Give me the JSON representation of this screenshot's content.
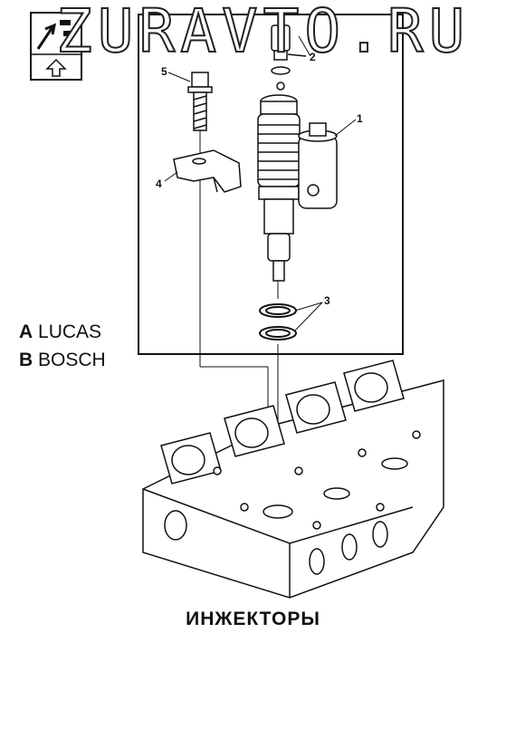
{
  "watermark": "ZURAVTO.RU",
  "legend": [
    {
      "letter": "A",
      "name": "LUCAS"
    },
    {
      "letter": "B",
      "name": "BOSCH"
    }
  ],
  "title": "ИНЖЕКТОРЫ",
  "callouts": [
    "1",
    "2",
    "3",
    "4",
    "5"
  ],
  "icons": [
    "orientation-badge-icon",
    "injector-icon",
    "cylinder-head-icon"
  ]
}
